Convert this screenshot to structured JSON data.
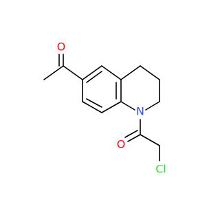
{
  "molecule": {
    "atoms": [
      {
        "key": "o_acetyl",
        "label": "O",
        "color": "#ff0d0d"
      },
      {
        "key": "n_ring",
        "label": "N",
        "color": "#3050f8"
      },
      {
        "key": "o_amide",
        "label": "O",
        "color": "#ff0d0d"
      },
      {
        "key": "cl",
        "label": "Cl",
        "color": "#1ff01f"
      }
    ]
  }
}
